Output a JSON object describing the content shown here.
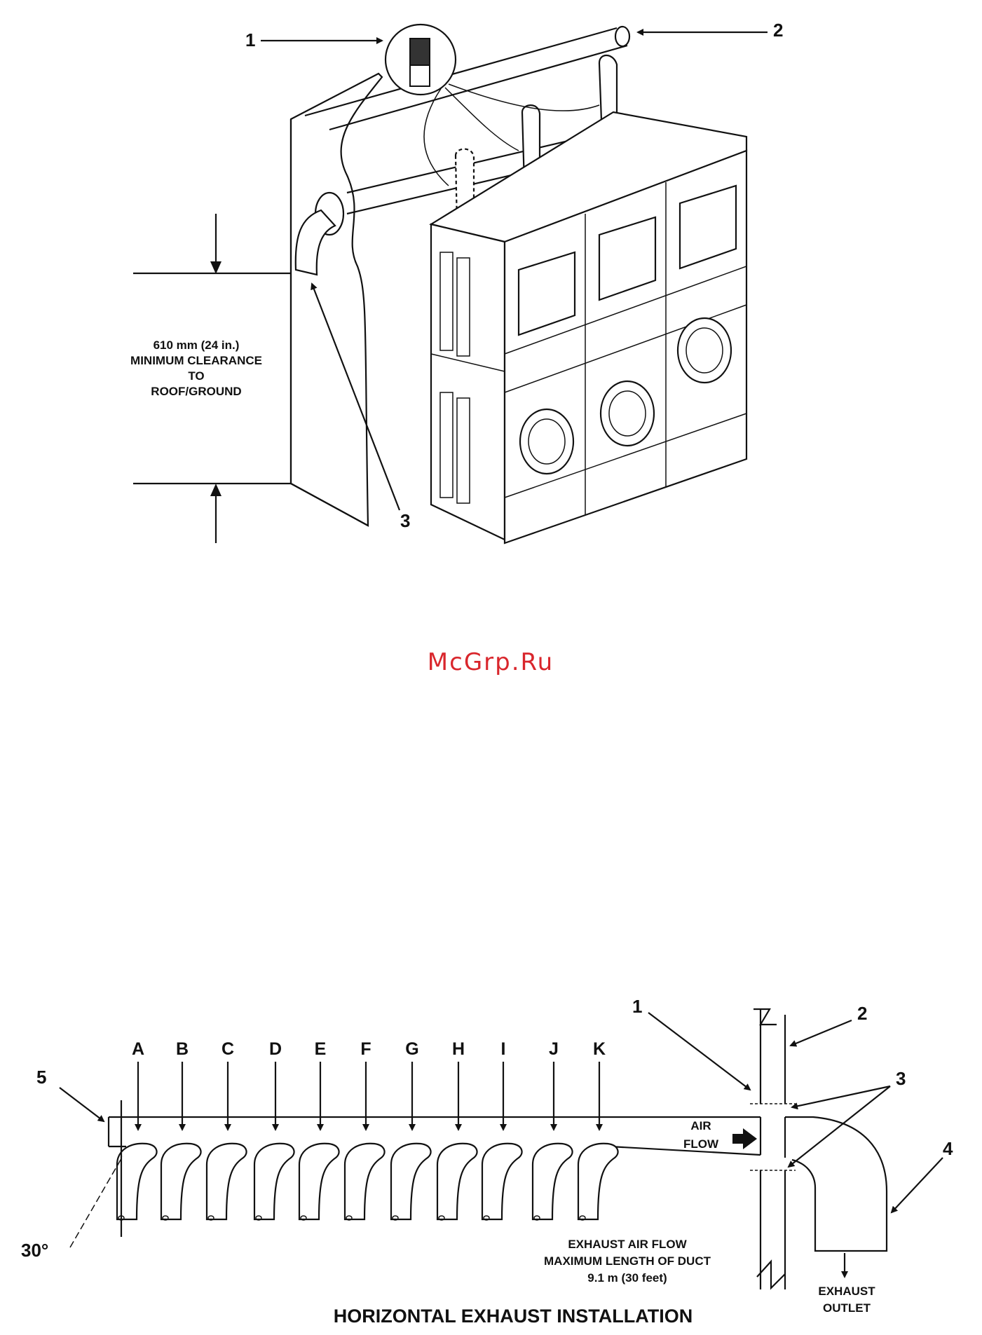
{
  "watermark": "McGrp.Ru",
  "top_figure": {
    "callouts": [
      "1",
      "2",
      "3"
    ],
    "clearance_lines": [
      "610 mm (24 in.)",
      "MINIMUM CLEARANCE",
      "TO",
      "ROOF/GROUND"
    ]
  },
  "bottom_figure": {
    "title": "HORIZONTAL EXHAUST INSTALLATION",
    "letters": [
      "A",
      "B",
      "C",
      "D",
      "E",
      "F",
      "G",
      "H",
      "I",
      "J",
      "K"
    ],
    "callouts": [
      "1",
      "2",
      "3",
      "4",
      "5"
    ],
    "air_flow": [
      "AIR",
      "FLOW"
    ],
    "exhaust_note": [
      "EXHAUST AIR FLOW",
      "MAXIMUM LENGTH OF DUCT",
      "9.1 m (30 feet)"
    ],
    "exhaust_outlet": [
      "EXHAUST",
      "OUTLET"
    ],
    "angle": "30°"
  }
}
